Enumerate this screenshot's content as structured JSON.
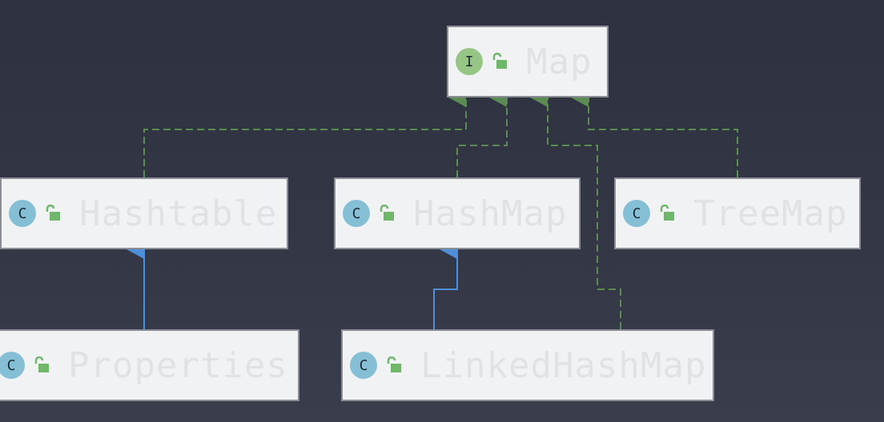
{
  "diagram": {
    "nodes": {
      "map": {
        "name": "Map",
        "kind_letter": "I",
        "kind": "interface",
        "lock_icon": "unlocked-padlock-icon"
      },
      "hashtable": {
        "name": "Hashtable",
        "kind_letter": "C",
        "kind": "class",
        "lock_icon": "unlocked-padlock-icon"
      },
      "hashmap": {
        "name": "HashMap",
        "kind_letter": "C",
        "kind": "class",
        "lock_icon": "unlocked-padlock-icon"
      },
      "treemap": {
        "name": "TreeMap",
        "kind_letter": "C",
        "kind": "class",
        "lock_icon": "unlocked-padlock-icon"
      },
      "properties": {
        "name": "Properties",
        "kind_letter": "C",
        "kind": "class",
        "lock_icon": "unlocked-padlock-icon"
      },
      "linkedhashmap": {
        "name": "LinkedHashMap",
        "kind_letter": "C",
        "kind": "class",
        "lock_icon": "unlocked-padlock-icon"
      }
    },
    "edges": [
      {
        "from": "Hashtable",
        "to": "Map",
        "type": "implements"
      },
      {
        "from": "HashMap",
        "to": "Map",
        "type": "implements"
      },
      {
        "from": "LinkedHashMap",
        "to": "Map",
        "type": "implements"
      },
      {
        "from": "TreeMap",
        "to": "Map",
        "type": "implements"
      },
      {
        "from": "Properties",
        "to": "Hashtable",
        "type": "extends"
      },
      {
        "from": "LinkedHashMap",
        "to": "HashMap",
        "type": "extends"
      }
    ],
    "colors": {
      "background": "#32354a",
      "node_fill": "#f1f2f4",
      "node_border": "#8b8d94",
      "name_text": "#dfe3e4",
      "interface_badge": "#97c585",
      "class_badge": "#84bfd6",
      "implements_edge": "#5b8a52",
      "extends_edge": "#4f8ed8",
      "lock": "#6fb86b"
    }
  }
}
